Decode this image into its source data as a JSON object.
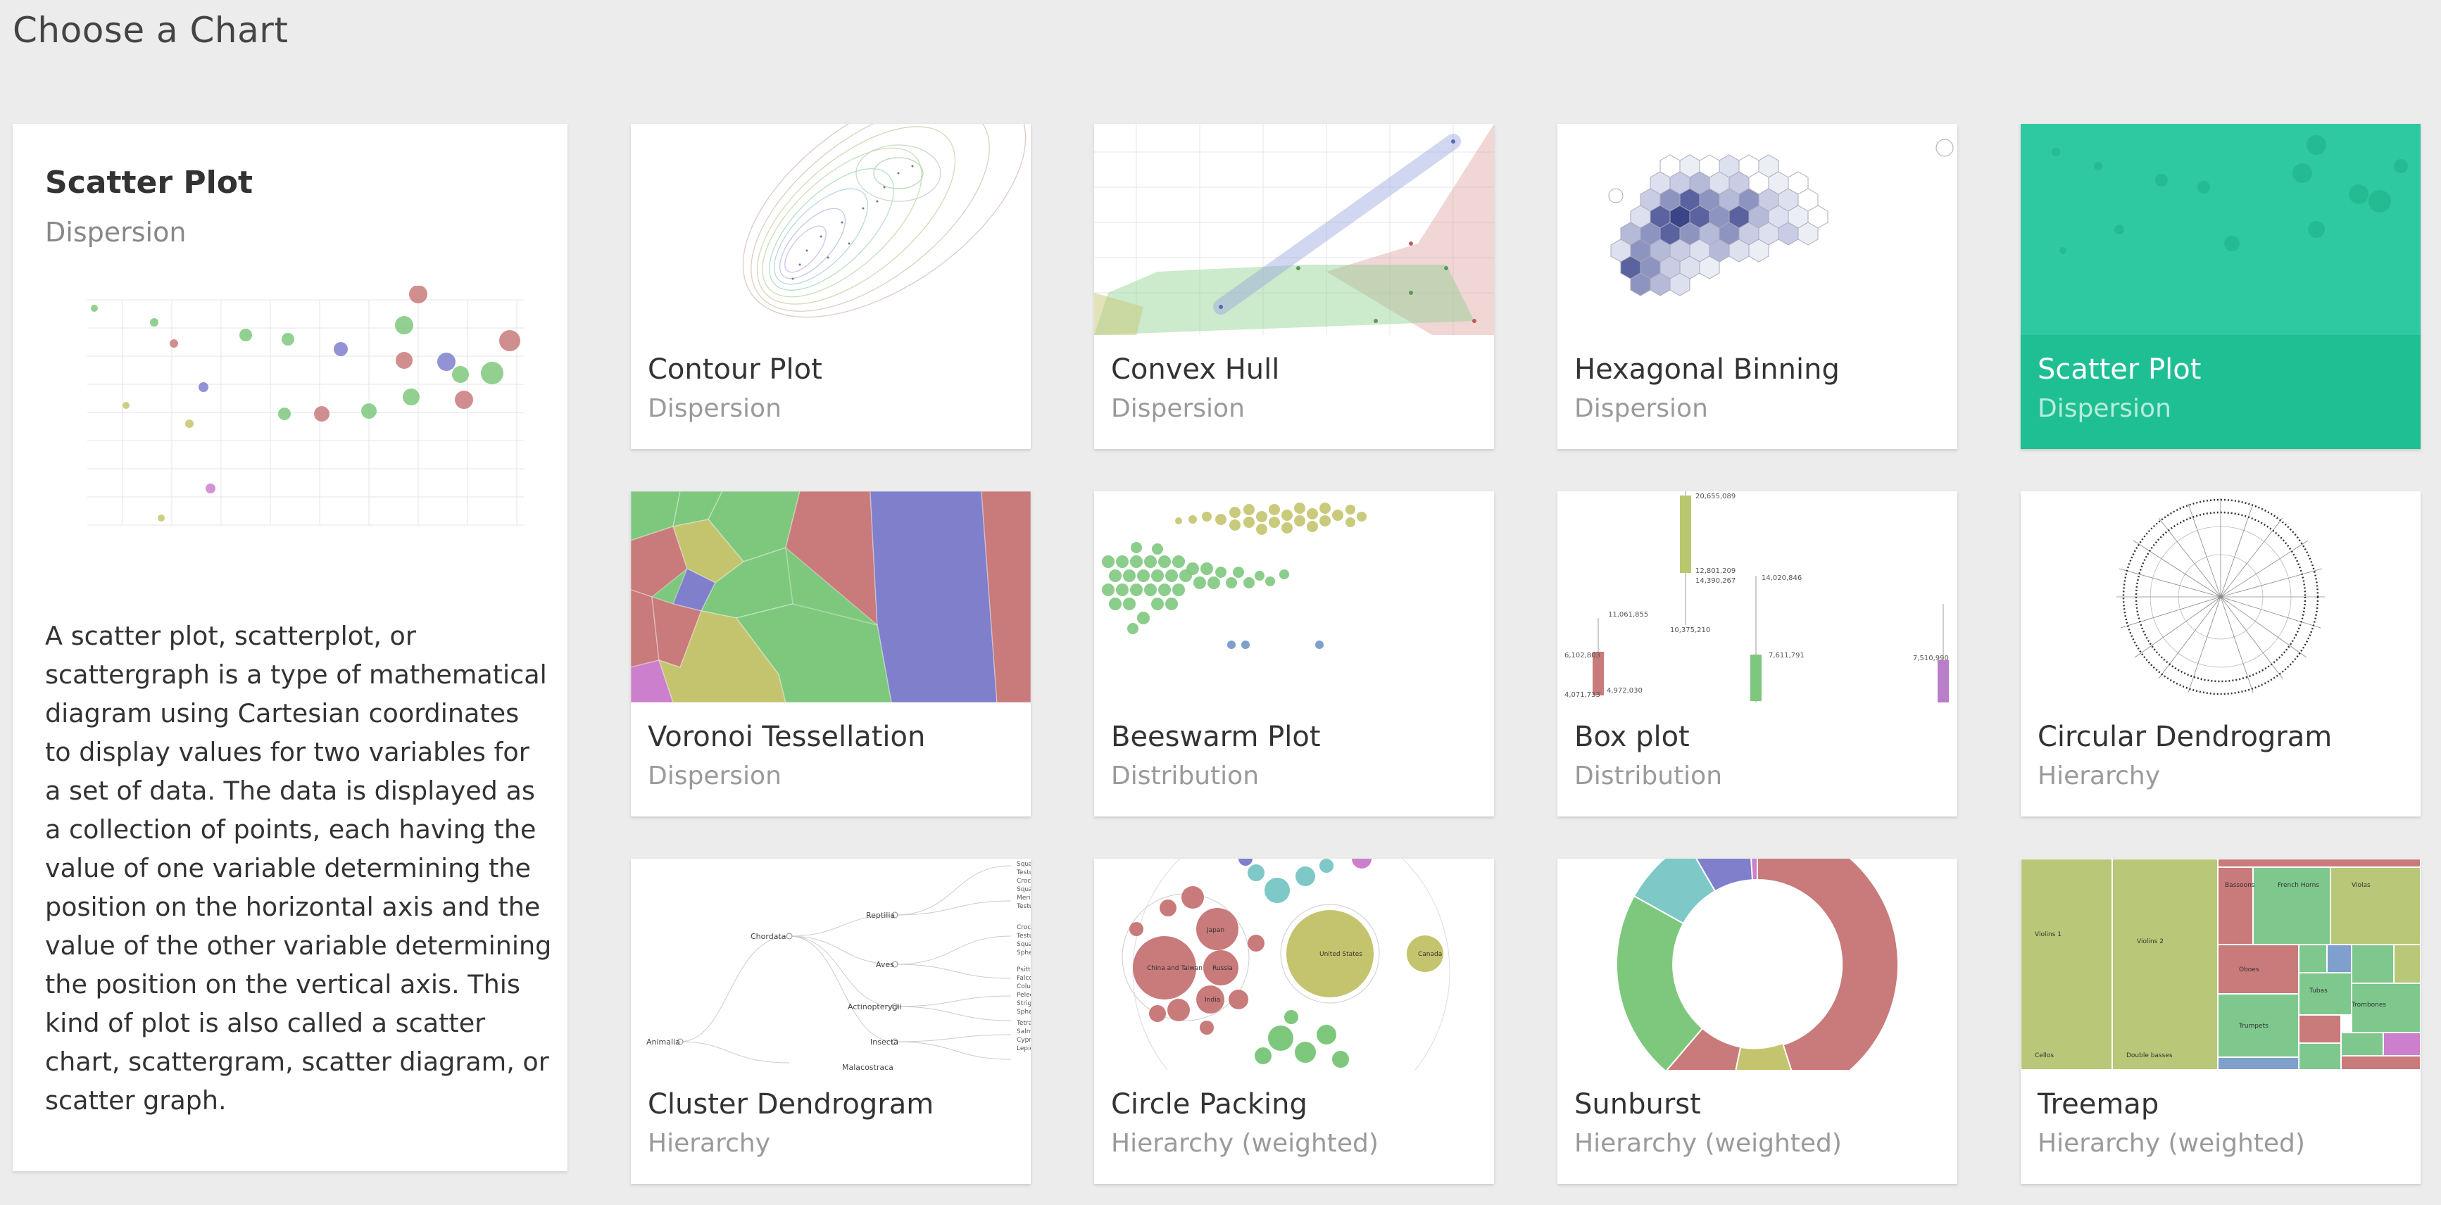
{
  "page": {
    "title": "Choose a Chart"
  },
  "detail": {
    "title": "Scatter Plot",
    "subtitle": "Dispersion",
    "description": "A scatter plot, scatterplot, or scattergraph is a type of mathematical diagram using Cartesian coordinates to display values for two variables for a set of data. The data is displayed as a collection of points, each having the value of one variable determining the position on the horizontal axis and the value of the other variable determining the position on the vertical axis. This kind of plot is also called a scatter chart, scattergram, scatter diagram, or scatter graph."
  },
  "cards": [
    {
      "title": "Contour Plot",
      "category": "Dispersion",
      "selected": false
    },
    {
      "title": "Convex Hull",
      "category": "Dispersion",
      "selected": false
    },
    {
      "title": "Hexagonal Binning",
      "category": "Dispersion",
      "selected": false
    },
    {
      "title": "Scatter Plot",
      "category": "Dispersion",
      "selected": true
    },
    {
      "title": "Voronoi Tessellation",
      "category": "Dispersion",
      "selected": false
    },
    {
      "title": "Beeswarm Plot",
      "category": "Distribution",
      "selected": false
    },
    {
      "title": "Box plot",
      "category": "Distribution",
      "selected": false
    },
    {
      "title": "Circular Dendrogram",
      "category": "Hierarchy",
      "selected": false
    },
    {
      "title": "Cluster Dendrogram",
      "category": "Hierarchy",
      "selected": false
    },
    {
      "title": "Circle Packing",
      "category": "Hierarchy (weighted)",
      "selected": false
    },
    {
      "title": "Sunburst",
      "category": "Hierarchy (weighted)",
      "selected": false
    },
    {
      "title": "Treemap",
      "category": "Hierarchy (weighted)",
      "selected": false
    }
  ],
  "colors": {
    "background": "#ececec",
    "selected": "#1fbf94",
    "series_red": "#c97a7a",
    "series_green": "#7ec87e",
    "series_blue": "#7f7fcc",
    "series_olive": "#c4c46e"
  }
}
